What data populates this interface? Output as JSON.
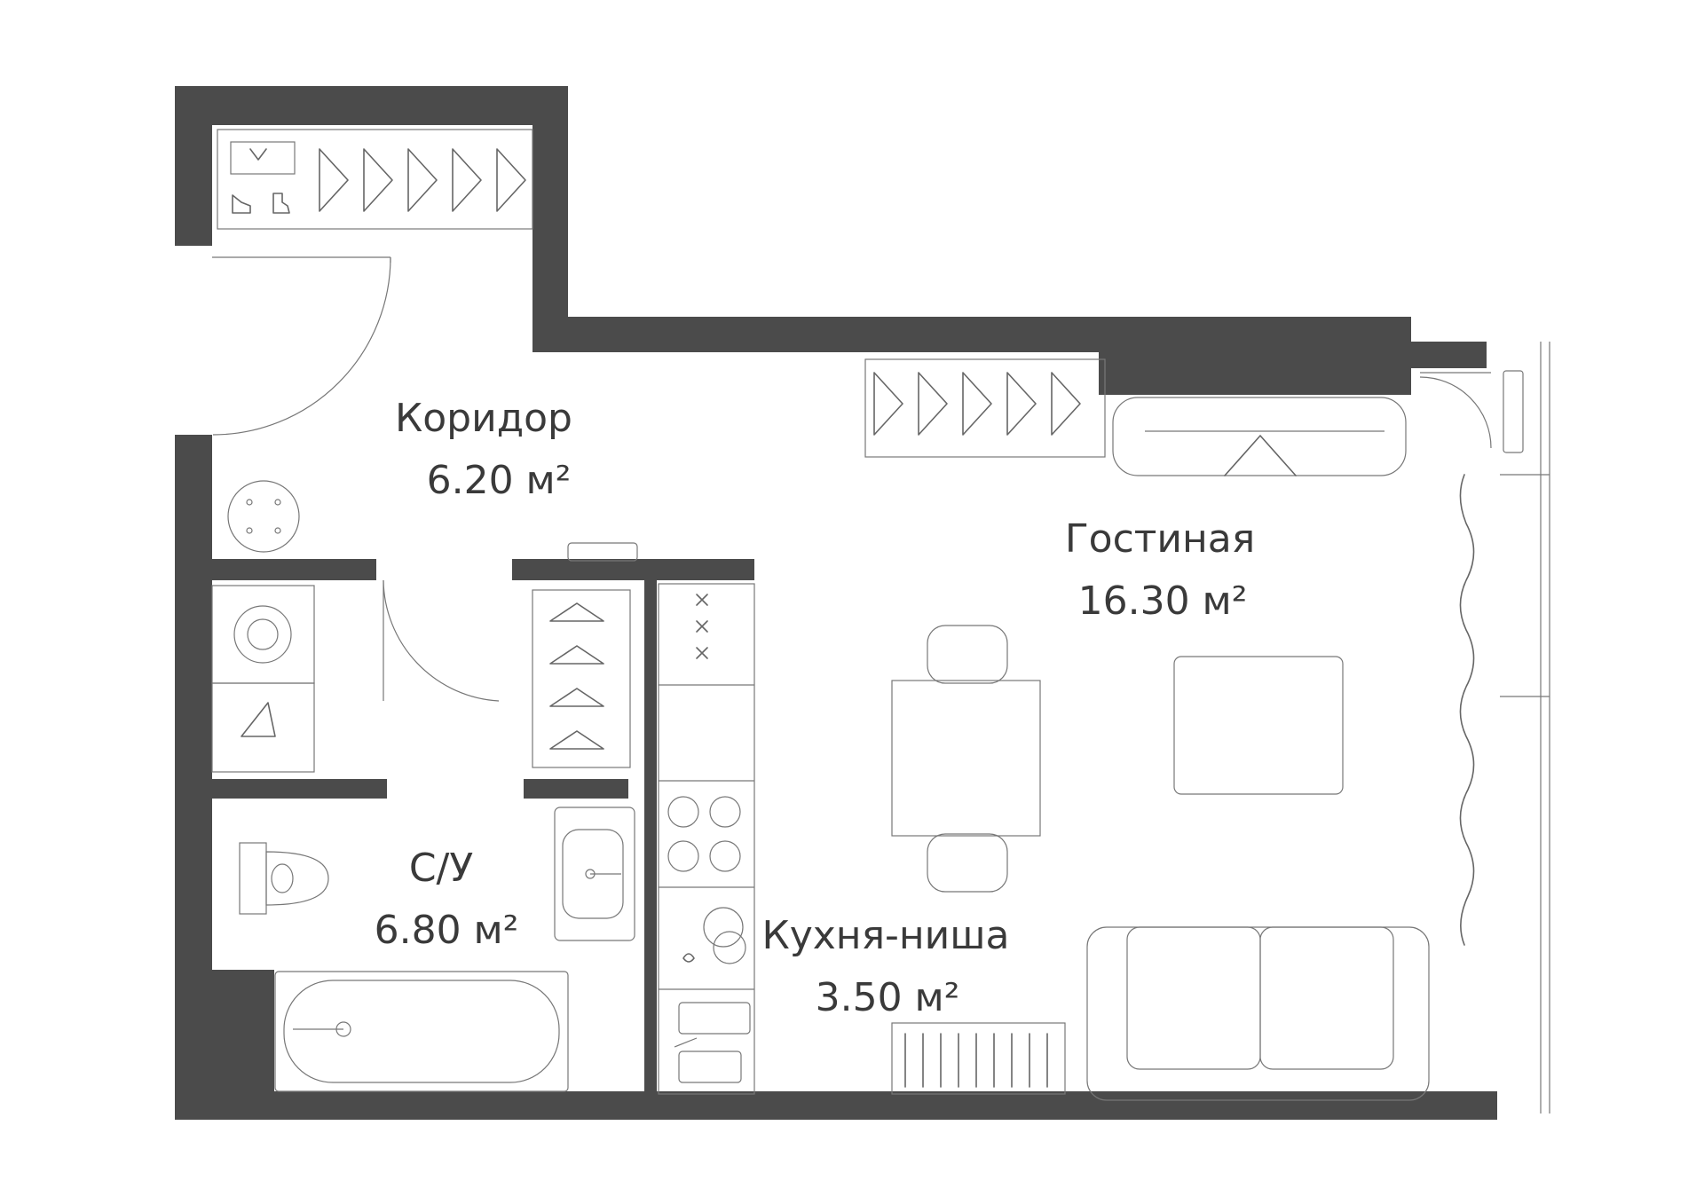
{
  "rooms": [
    {
      "id": "corridor",
      "name": "Коридор",
      "area": "6.20 м²"
    },
    {
      "id": "living",
      "name": "Гостиная",
      "area": "16.30 м²"
    },
    {
      "id": "bathroom",
      "name": "С/У",
      "area": "6.80 м²"
    },
    {
      "id": "kitchen",
      "name": "Кухня-ниша",
      "area": "3.50 м²"
    }
  ],
  "colors": {
    "wall": "#4b4b4b",
    "line": "#666666",
    "text": "#3a3a3a",
    "background": "#ffffff"
  }
}
